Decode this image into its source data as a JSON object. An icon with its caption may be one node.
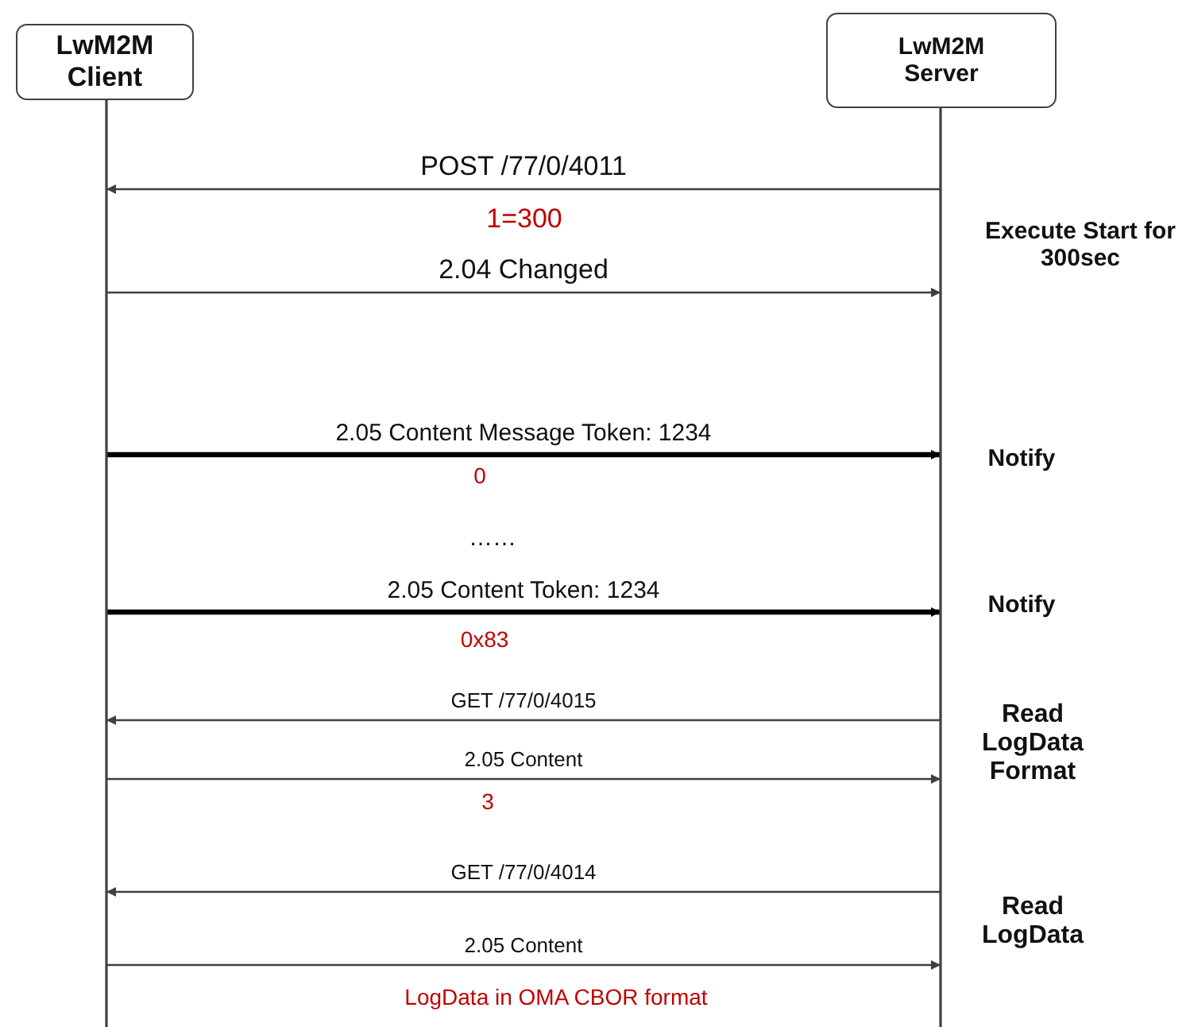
{
  "diagram": {
    "nodes": [
      {
        "text": [
          "LwM2M Client"
        ]
      },
      {
        "text": [
          "LwM2M Server"
        ]
      }
    ],
    "edges": [
      {
        "from": 1,
        "to": 0,
        "arrow": "to",
        "label": "POST /77/0/4011"
      },
      {
        "from": 0,
        "to": 1,
        "arrow": "to",
        "label": "2.04 Changed"
      },
      {
        "from": 0,
        "to": 1,
        "arrow": "to",
        "label": "2.05 Content Message Token: 1234",
        "style": "thick",
        "color": "#000000"
      },
      {
        "from": 0,
        "to": 1,
        "arrow": "to",
        "label": "2.05 Content Token: 1234",
        "style": "thick",
        "color": "#000000"
      },
      {
        "from": 1,
        "to": 0,
        "arrow": "to",
        "label": "GET /77/0/4015"
      },
      {
        "from": 0,
        "to": 1,
        "arrow": "to",
        "label": "2.05 Content"
      },
      {
        "from": 1,
        "to": 0,
        "arrow": "to",
        "label": "GET /77/0/4014"
      },
      {
        "from": 0,
        "to": 1,
        "arrow": "to",
        "label": "2.05 Content"
      }
    ],
    "labels": [
      "1=300",
      "Execute Start for 300sec",
      "0",
      "Notify",
      "……",
      "Notify",
      "0x83",
      "Read LogData Format",
      "3",
      "Read LogData",
      "LogData in OMA CBOR format"
    ]
  }
}
